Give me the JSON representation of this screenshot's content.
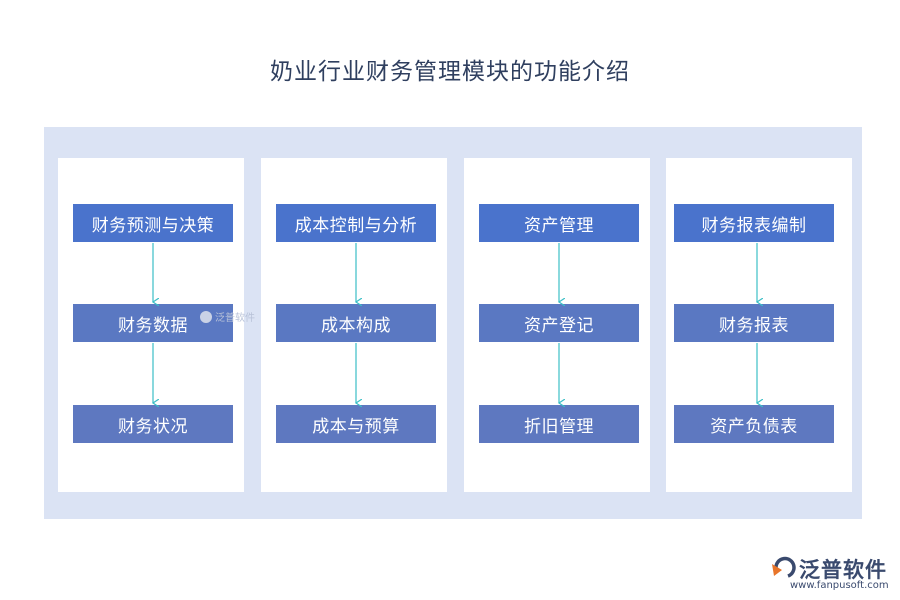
{
  "title": "奶业行业财务管理模块的功能介绍",
  "columns": [
    {
      "items": [
        "财务预测与决策",
        "财务数据",
        "财务状况"
      ]
    },
    {
      "items": [
        "成本控制与分析",
        "成本构成",
        "成本与预算"
      ]
    },
    {
      "items": [
        "资产管理",
        "资产登记",
        "折旧管理"
      ]
    },
    {
      "items": [
        "财务报表编制",
        "财务报表",
        "资产负债表"
      ]
    }
  ],
  "watermark": {
    "text": "泛普软件"
  },
  "logo": {
    "name": "泛普软件",
    "url": "www.fanpusoft.com"
  },
  "colors": {
    "panel": "#dbe3f4",
    "box": "#4a73cc",
    "arrow": "#3bbfc6",
    "title": "#2f3f5f"
  }
}
